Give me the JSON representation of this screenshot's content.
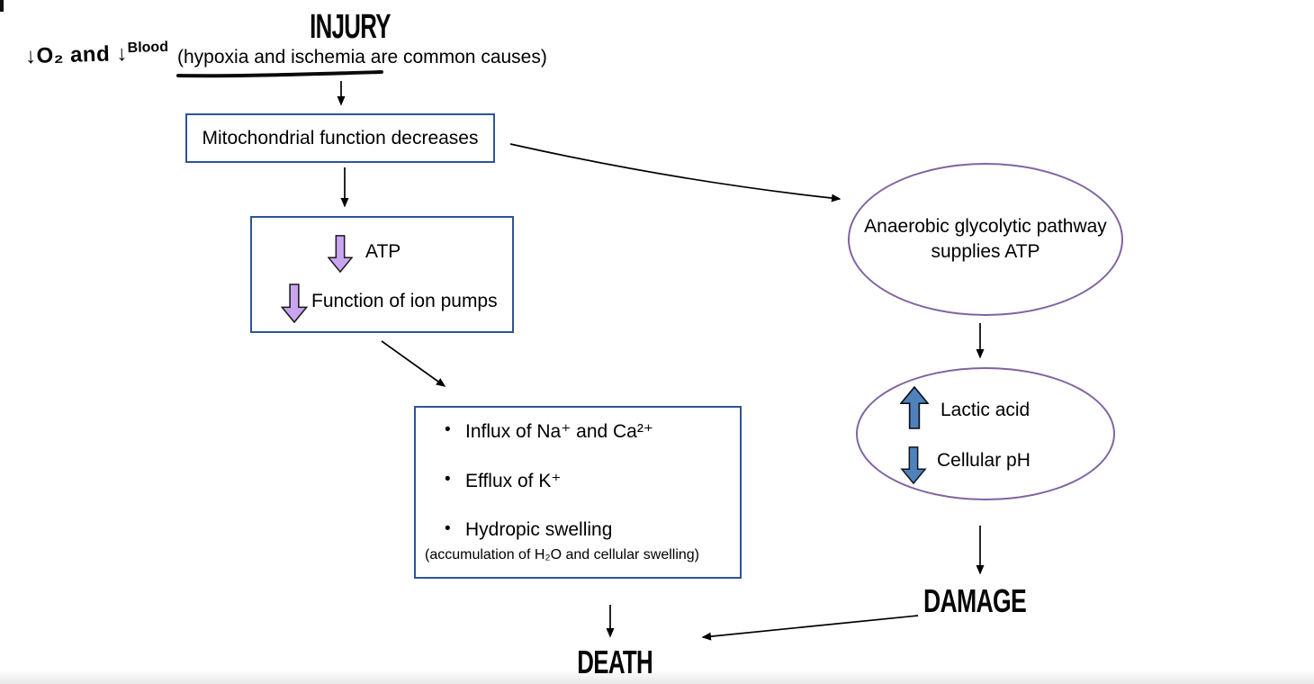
{
  "title": {
    "main": "INJURY",
    "subtitle": "(hypoxia and ischemia are common causes)"
  },
  "handwriting": {
    "main": "↓O₂ and ↓",
    "sup": "Blood"
  },
  "boxes": {
    "mitochondrial": {
      "label": "Mitochondrial function decreases"
    },
    "atp": {
      "row1": "ATP",
      "row2": "Function of ion pumps"
    },
    "effects": {
      "bullet": "•",
      "items": [
        "Influx of Na⁺ and Ca²⁺",
        "Efflux of K⁺",
        "Hydropic swelling"
      ],
      "note": "(accumulation of H₂O and cellular swelling)"
    }
  },
  "ellipses": {
    "anaerobic": {
      "line1": "Anaerobic glycolytic pathway",
      "line2": "supplies ATP"
    },
    "lactic": {
      "row1": "Lactic acid",
      "row2": "Cellular pH"
    }
  },
  "outcomes": {
    "damage": "DAMAGE",
    "death": "DEATH"
  },
  "icons": {
    "decrease": "down-block-arrow",
    "increase": "up-block-arrow"
  },
  "colors": {
    "box_border": "#2e5496",
    "ellipse_border": "#8064a2",
    "purple_arrow_fill": "#c9a4f0",
    "blue_arrow_fill": "#4f81bd",
    "connector": "#000000"
  }
}
